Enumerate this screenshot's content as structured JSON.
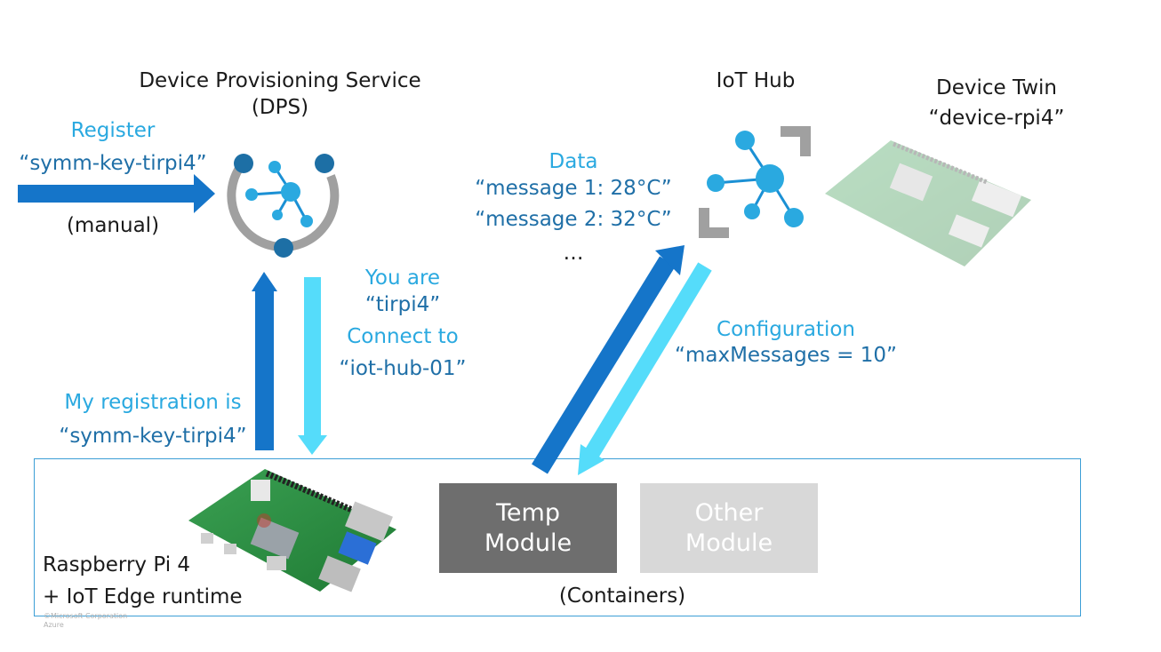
{
  "dps": {
    "title_line1": "Device Provisioning Service",
    "title_line2": "(DPS)"
  },
  "register": {
    "label": "Register",
    "value": "“symm-key-tirpi4”",
    "note": "(manual)"
  },
  "response": {
    "line1": "You are",
    "line2": "“tirpi4”",
    "line3": "Connect to",
    "line4": "“iot-hub-01”"
  },
  "registration": {
    "line1": "My registration is",
    "line2": "“symm-key-tirpi4”"
  },
  "data": {
    "label": "Data",
    "msg1": "“message 1: 28°C”",
    "msg2": "“message 2: 32°C”",
    "ellipsis": "…"
  },
  "iot_hub": {
    "label": "IoT Hub"
  },
  "device_twin": {
    "label": "Device Twin",
    "value": "“device-rpi4”"
  },
  "configuration": {
    "label": "Configuration",
    "value": "“maxMessages = 10”"
  },
  "device": {
    "line1": "Raspberry Pi 4",
    "line2": "+ IoT Edge runtime"
  },
  "modules": {
    "temp": "Temp\nModule",
    "other": "Other\nModule",
    "containers": "(Containers)"
  },
  "footer": {
    "line1": "©Microsoft Corporation",
    "line2": "Azure"
  },
  "colors": {
    "dark_blue": "#1575c9",
    "light_cyan": "#55dcfa",
    "label_blue": "#2aa9e0",
    "value_blue": "#1f6fa7"
  },
  "icons": [
    "dps-icon",
    "iot-hub-icon",
    "raspberry-pi-board"
  ]
}
